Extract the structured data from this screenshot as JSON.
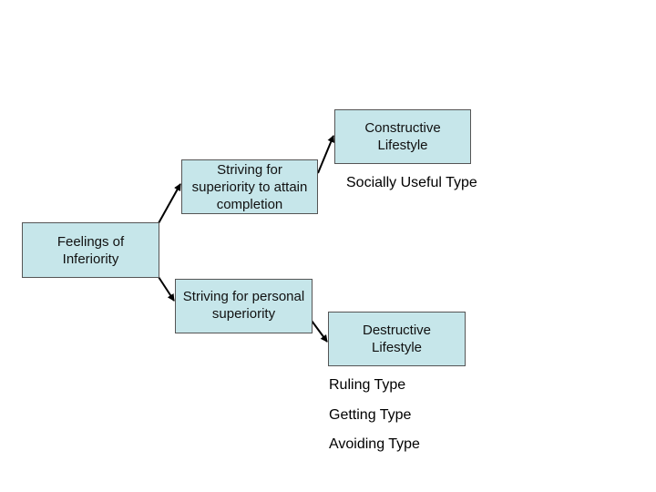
{
  "nodes": {
    "feelings": "Feelings of\nInferiority",
    "striving_completion": "Striving for\nsuperiority to attain\ncompletion",
    "striving_personal": "Striving for personal\nsuperiority",
    "constructive": "Constructive\nLifestyle",
    "destructive": "Destructive\nLifestyle"
  },
  "labels": {
    "socially_useful": "Socially Useful Type",
    "ruling": "Ruling Type",
    "getting": "Getting Type",
    "avoiding": "Avoiding Type"
  },
  "colors": {
    "box_fill": "#c6e6ea",
    "box_border": "#555555",
    "arrow": "#000000"
  }
}
